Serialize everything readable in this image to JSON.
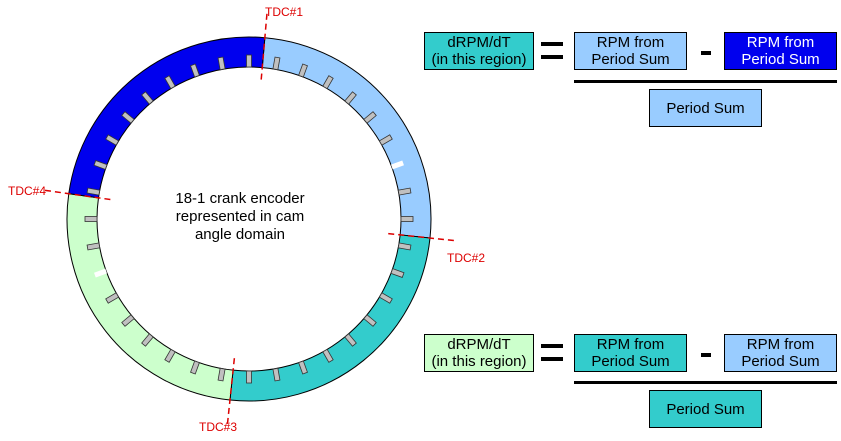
{
  "wheel": {
    "center_label": "18-1 crank encoder\nrepresented in cam\nangle domain",
    "region_colors": {
      "tdc1_to_tdc2": "#99ccff",
      "tdc2_to_tdc3": "#33cccc",
      "tdc3_to_tdc4": "#ccffcc",
      "tdc4_to_tdc1": "#0000ee"
    },
    "tdc_labels": [
      "TDC#1",
      "TDC#2",
      "TDC#3",
      "TDC#4"
    ],
    "tdc_label_color": "#dd0000",
    "tooth_fill": "#c0c0c0",
    "missing_tooth_fill": "#ffffff"
  },
  "equations": [
    {
      "lhs": "dRPM/dT\n(in this region)",
      "lhs_color": "#33cccc",
      "term1": "RPM from\nPeriod Sum",
      "term1_color": "#99ccff",
      "term2": "RPM from\nPeriod Sum",
      "term2_color": "#0000ee",
      "denominator": "Period Sum",
      "denominator_color": "#99ccff"
    },
    {
      "lhs": "dRPM/dT\n(in this region)",
      "lhs_color": "#ccffcc",
      "term1": "RPM from\nPeriod Sum",
      "term1_color": "#33cccc",
      "term2": "RPM from\nPeriod Sum",
      "term2_color": "#99ccff",
      "denominator": "Period Sum",
      "denominator_color": "#33cccc"
    }
  ]
}
